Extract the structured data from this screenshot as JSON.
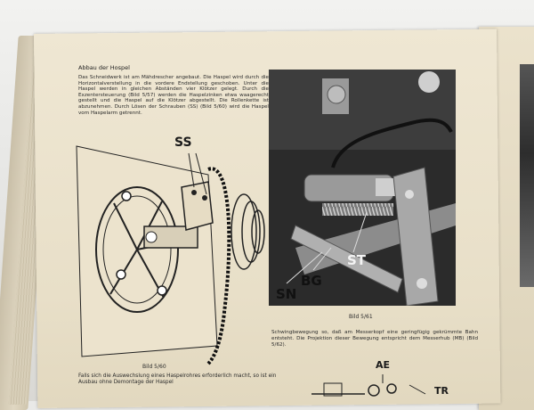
{
  "section": {
    "heading": "Abbau der Hospel",
    "body": "Das Schneidwerk ist am Mähdrescher angebaut. Die Haspel wird durch die Horizontalverstellung in die vordere Endstellung geschoben. Unter die Haspel werden in gleichen Abständen vier Klötzer gelegt. Durch die Exzentersteuerung (Bild 5/57) werden die Haspelzinken etwa waagerecht gestellt und die Haspel auf die Klötzer abgestellt. Die Rollenkette ist abzunehmen. Durch Lösen der Schrauben (SS) (Bild 5/60) wird die Haspel vom Haspelarm getrennt."
  },
  "figures": {
    "left": {
      "caption": "Bild 5/60",
      "label_ss": "SS"
    },
    "photo": {
      "caption": "Bild 5/61",
      "label_st": "ST",
      "label_sn": "SN",
      "label_bg": "BG"
    },
    "small": {
      "label_ae": "AE",
      "label_tr": "TR"
    }
  },
  "bottom_left_text": "Falls sich die Auswechslung eines Haspelrohres erforderlich macht, so ist ein Ausbau ohne Demontage der Haspel",
  "right_text": "Schwingbewegung so, daß am Messerkopf eine geringfügig gekrümmte Bahn entsteht. Die Projektion dieser Bewegung entspricht dem Messerhub (MB) (Bild 5/62)."
}
